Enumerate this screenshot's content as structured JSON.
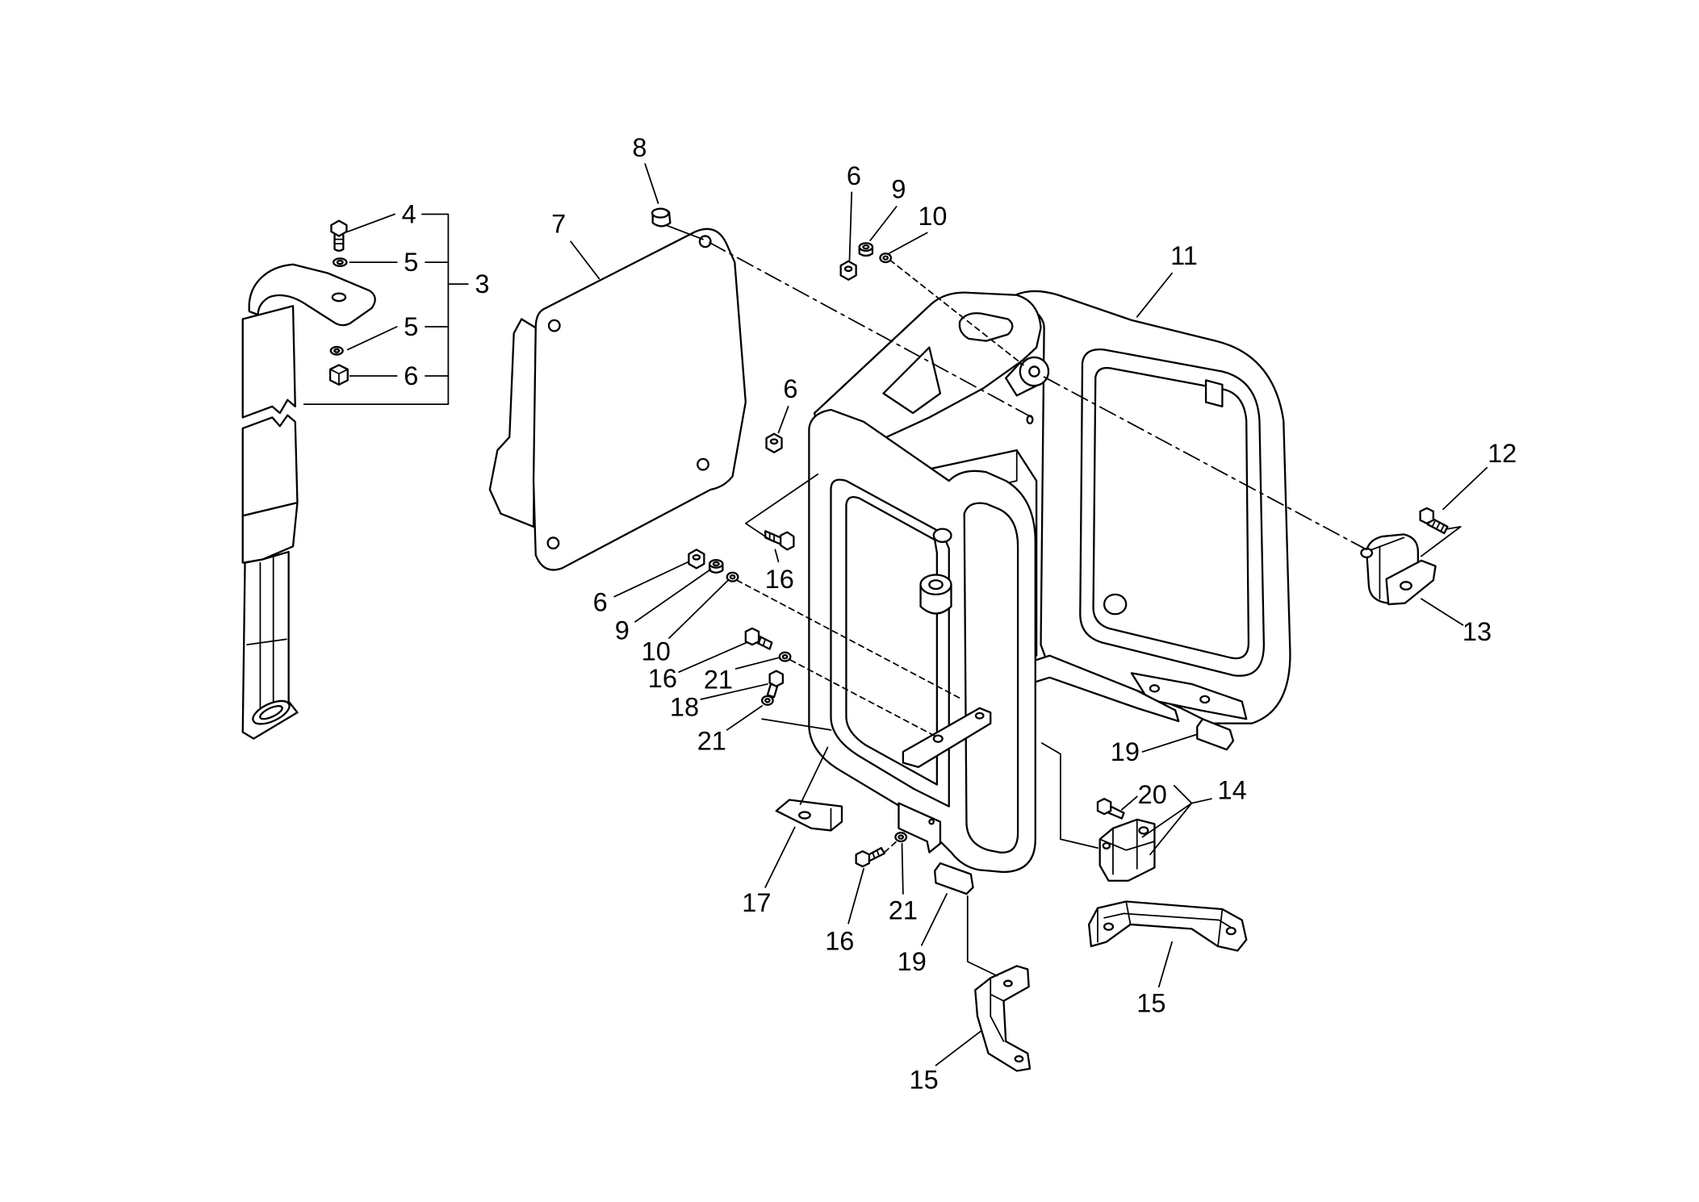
{
  "diagram": {
    "callouts": [
      "4",
      "5",
      "3",
      "5",
      "6",
      "8",
      "7",
      "6",
      "9",
      "10",
      "11",
      "6",
      "16",
      "6",
      "9",
      "10",
      "16",
      "21",
      "18",
      "21",
      "12",
      "13",
      "19",
      "20",
      "14",
      "17",
      "16",
      "21",
      "19",
      "15",
      "15"
    ]
  },
  "colors": {
    "background": "#ffffff",
    "line": "#000000"
  }
}
